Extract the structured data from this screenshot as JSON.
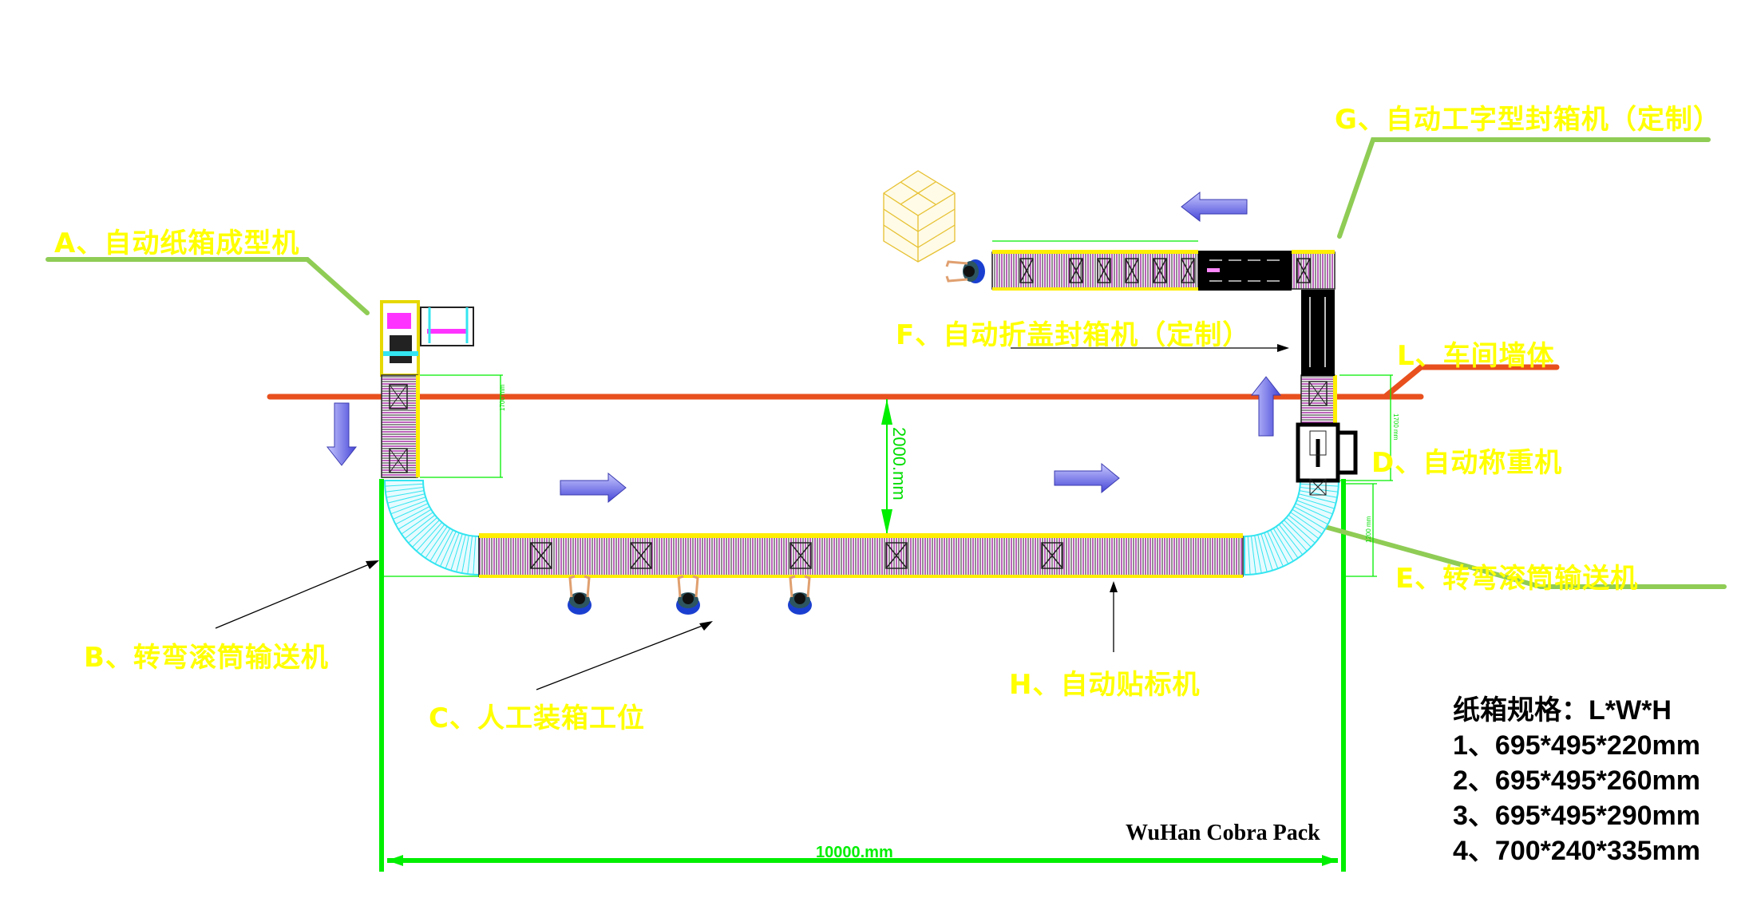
{
  "title": "Packaging line layout",
  "labels": {
    "A": "A、自动纸箱成型机",
    "B": "B、转弯滚筒输送机",
    "C": "C、人工装箱工位",
    "D": "D、自动称重机",
    "E": "E、转弯滚筒输送机",
    "F": "F、自动折盖封箱机（定制）",
    "G": "G、自动工字型封箱机（定制）",
    "H": "H、自动贴标机",
    "L": "L、车间墙体"
  },
  "dimensions": {
    "overall_width": "10000.mm",
    "wall_to_conveyor": "2000.mm",
    "left_vertical": "1700 mm",
    "right_vertical": "1700 mm",
    "right_curve": "1200 mm"
  },
  "carton_spec": {
    "heading": "纸箱规格：L*W*H",
    "items": [
      "1、695*495*220mm",
      "2、695*495*260mm",
      "3、695*495*290mm",
      "4、700*240*335mm"
    ]
  },
  "brand": "WuHan Cobra Pack",
  "colors": {
    "wall": "#e8501e",
    "dimension": "#00ee00",
    "leader": "#8fcc55",
    "label": "#ffff00",
    "roller_curve": "#33e5f0",
    "roller": "#a020a0",
    "flow_arrow": "#6a6ae8",
    "machine": "#000000"
  },
  "flow_arrows": [
    "down",
    "right",
    "right",
    "up",
    "left"
  ],
  "operators": 4
}
